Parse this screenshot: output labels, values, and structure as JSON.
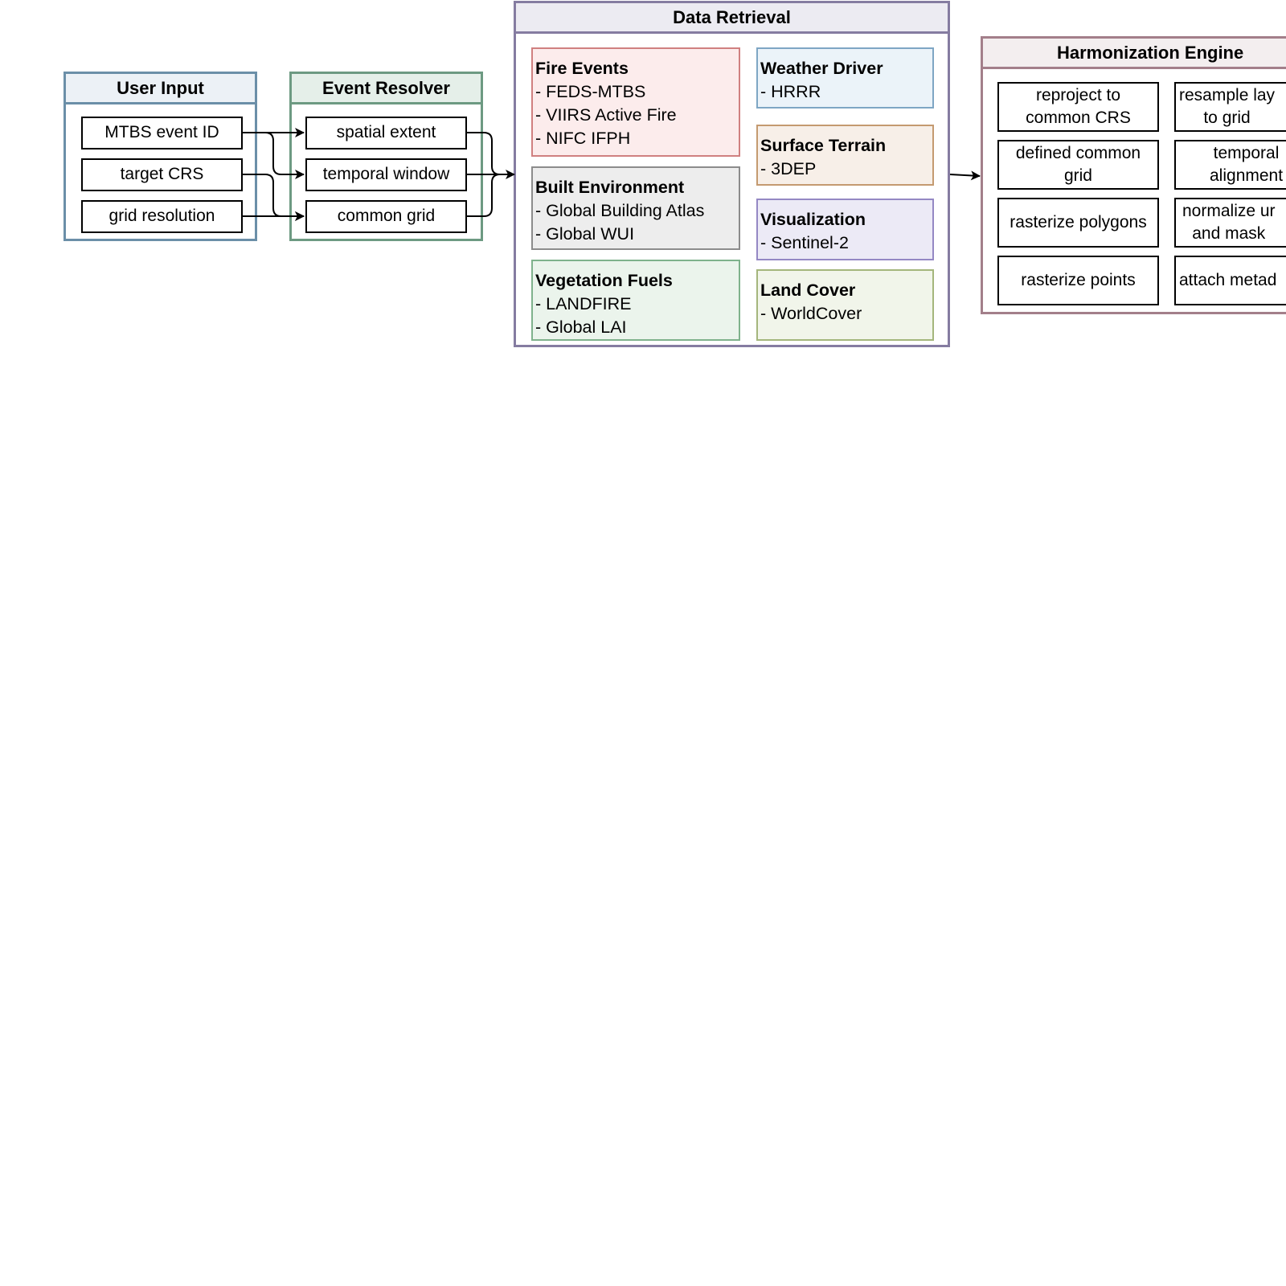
{
  "user_input": {
    "title": "User Input",
    "items": [
      "MTBS event ID",
      "target CRS",
      "grid resolution"
    ]
  },
  "event_resolver": {
    "title": "Event Resolver",
    "items": [
      "spatial extent",
      "temporal window",
      "common grid"
    ]
  },
  "data_retrieval": {
    "title": "Data Retrieval",
    "sources": {
      "fire_events": {
        "title": "Fire Events",
        "items": [
          "- FEDS-MTBS",
          "- VIIRS Active Fire",
          "- NIFC IFPH"
        ],
        "border": "#d08080",
        "fill": "#fcecec"
      },
      "built_environment": {
        "title": "Built Environment",
        "items": [
          "- Global Building Atlas",
          "- Global WUI"
        ],
        "border": "#8c8c8c",
        "fill": "#ededed"
      },
      "vegetation_fuels": {
        "title": "Vegetation Fuels",
        "items": [
          "- LANDFIRE",
          "- Global LAI"
        ],
        "border": "#7fb28c",
        "fill": "#ebf4ec"
      },
      "weather_driver": {
        "title": "Weather Driver",
        "items": [
          "- HRRR"
        ],
        "border": "#7ea6c4",
        "fill": "#ebf3f9"
      },
      "surface_terrain": {
        "title": "Surface Terrain",
        "items": [
          "- 3DEP"
        ],
        "border": "#c49a70",
        "fill": "#f7efe8"
      },
      "visualization": {
        "title": "Visualization",
        "items": [
          "- Sentinel-2"
        ],
        "border": "#9488c4",
        "fill": "#eceaf6"
      },
      "land_cover": {
        "title": "Land Cover",
        "items": [
          "- WorldCover"
        ],
        "border": "#a4b67c",
        "fill": "#f1f5ea"
      }
    }
  },
  "harmonization_engine": {
    "title": "Harmonization Engine",
    "steps": [
      "reproject to\ncommon CRS",
      "resample lay\nto grid",
      "defined common\ngrid",
      "temporal\nalignment",
      "rasterize polygons",
      "normalize ur\nand mask",
      "rasterize points",
      "attach metad"
    ]
  }
}
